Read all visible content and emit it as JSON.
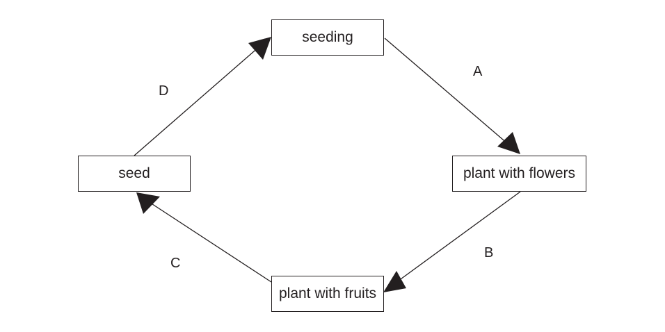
{
  "diagram": {
    "type": "cycle",
    "nodes": [
      {
        "id": "seeding",
        "label": "seeding"
      },
      {
        "id": "flowers",
        "label": "plant with flowers"
      },
      {
        "id": "fruits",
        "label": "plant with fruits"
      },
      {
        "id": "seed",
        "label": "seed"
      }
    ],
    "edges": [
      {
        "from": "seeding",
        "to": "flowers",
        "label": "A"
      },
      {
        "from": "flowers",
        "to": "fruits",
        "label": "B"
      },
      {
        "from": "fruits",
        "to": "seed",
        "label": "C"
      },
      {
        "from": "seed",
        "to": "seeding",
        "label": "D"
      }
    ],
    "colors": {
      "stroke": "#231f20",
      "background": "#ffffff"
    }
  }
}
